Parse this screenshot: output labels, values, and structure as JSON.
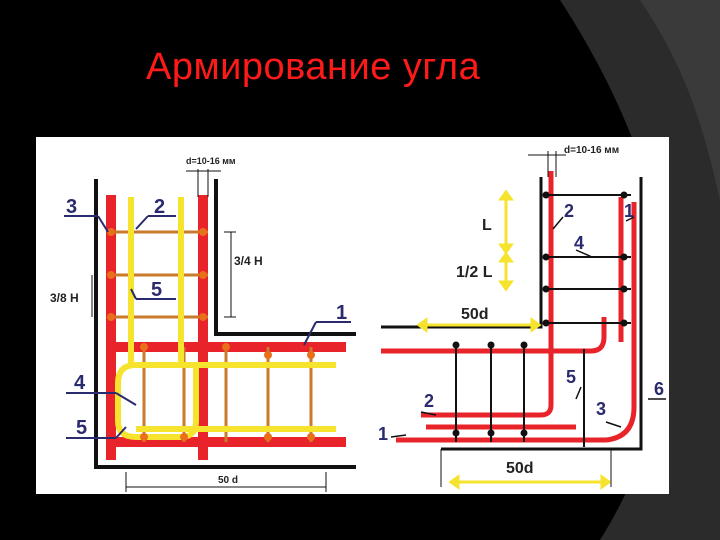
{
  "slide": {
    "title": "Армирование угла"
  },
  "left_diagram": {
    "dim_d": "d=10-16 мм",
    "dim_34h": "3/4 H",
    "dim_38h": "3/8 H",
    "dim_50d": "50 d",
    "labels": {
      "n3": "3",
      "n2": "2",
      "n5a": "5",
      "n1": "1",
      "n4": "4",
      "n5b": "5"
    }
  },
  "right_diagram": {
    "dim_d": "d=10-16 мм",
    "dim_L": "L",
    "dim_halfL": "1/2 L",
    "dim_50d_top": "50d",
    "dim_50d_bottom": "50d",
    "labels": {
      "n2": "2",
      "n1": "1",
      "n4": "4",
      "n5": "5",
      "n3": "3",
      "n6": "6",
      "n2b": "2",
      "n1b": "1"
    }
  },
  "colors": {
    "title": "#ff1a1a",
    "rebar": "#e8232a",
    "stirrup": "#f5e32e",
    "tie": "#c97a2a",
    "formwork": "#111111"
  }
}
